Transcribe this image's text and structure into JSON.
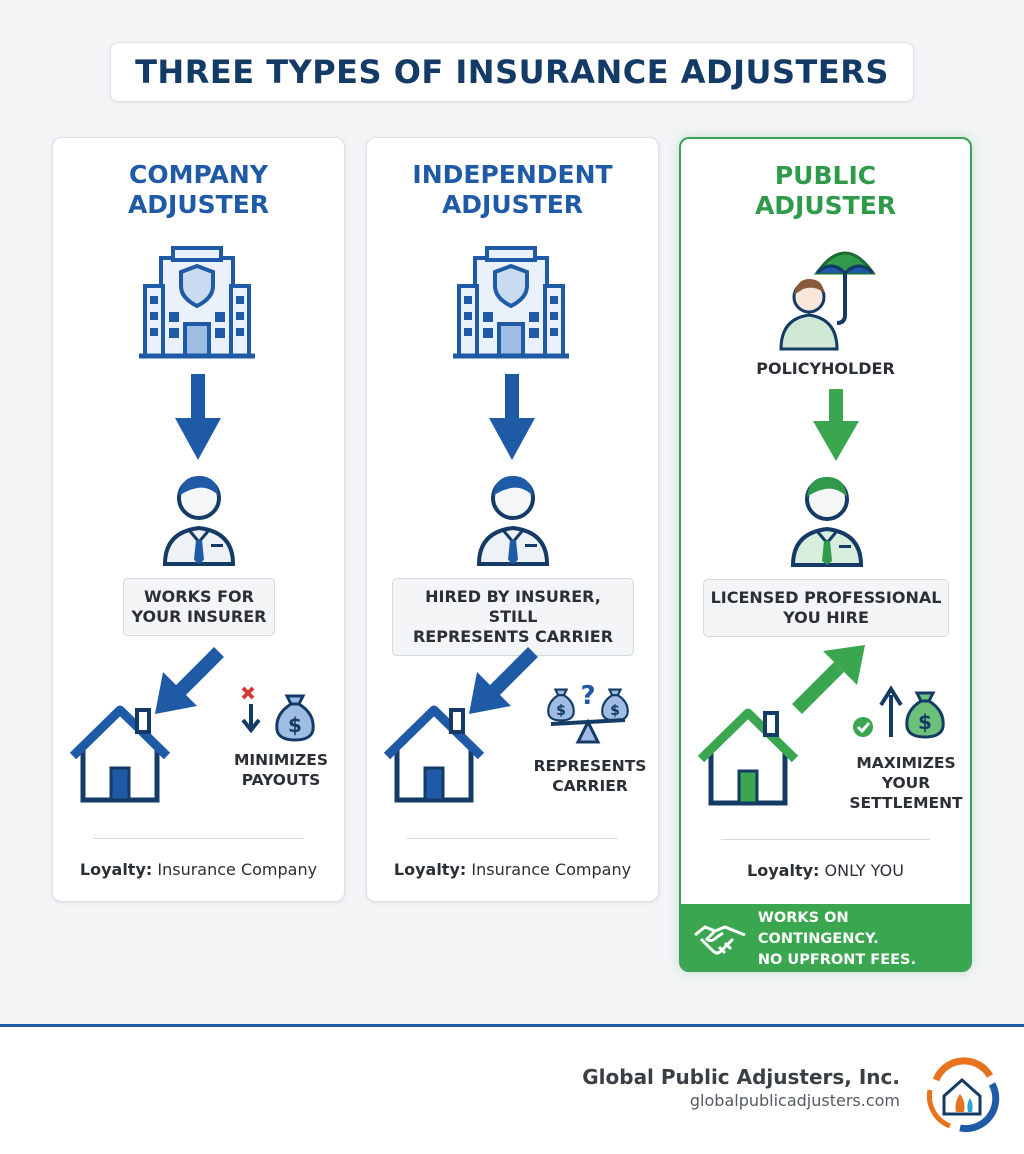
{
  "title": "THREE TYPES OF INSURANCE ADJUSTERS",
  "colors": {
    "blue": "#1f5aa6",
    "navy": "#143a66",
    "green": "#3aa64f",
    "red": "#d23a3a"
  },
  "cards": [
    {
      "title_line1": "COMPANY",
      "title_line2": "ADJUSTER",
      "top_icon": "insurance-building-icon",
      "person_icon": "adjuster-person-icon",
      "label_line1": "WORKS FOR",
      "label_line2": "YOUR INSURER",
      "outcome_icon": "money-down-icon",
      "outcome_line1": "MINIMIZES",
      "outcome_line2": "PAYOUTS",
      "loyalty_label": "Loyalty:",
      "loyalty_value": "Insurance Company"
    },
    {
      "title_line1": "INDEPENDENT",
      "title_line2": "ADJUSTER",
      "top_icon": "insurance-building-icon",
      "person_icon": "adjuster-person-icon",
      "label_line1": "HIRED BY INSURER, STILL",
      "label_line2": "REPRESENTS CARRIER",
      "outcome_icon": "balance-scale-icon",
      "outcome_line1": "REPRESENTS",
      "outcome_line2": "CARRIER",
      "loyalty_label": "Loyalty:",
      "loyalty_value": "Insurance Company"
    },
    {
      "title_line1": "PUBLIC",
      "title_line2": "ADJUSTER",
      "top_icon": "umbrella-person-icon",
      "top_caption": "POLICYHOLDER",
      "person_icon": "adjuster-person-icon",
      "label_line1": "LICENSED PROFESSIONAL",
      "label_line2": "YOU HIRE",
      "outcome_icon": "money-up-icon",
      "outcome_line1": "MAXIMIZES",
      "outcome_line2": "YOUR",
      "outcome_line3": "SETTLEMENT",
      "loyalty_label": "Loyalty:",
      "loyalty_value": "ONLY YOU",
      "banner_line1": "WORKS ON CONTINGENCY.",
      "banner_line2": "NO UPFRONT FEES.",
      "banner_icon": "handshake-icon"
    }
  ],
  "footer": {
    "company": "Global Public Adjusters, Inc.",
    "url": "globalpublicadjusters.com",
    "logo_icon": "company-logo-icon"
  }
}
